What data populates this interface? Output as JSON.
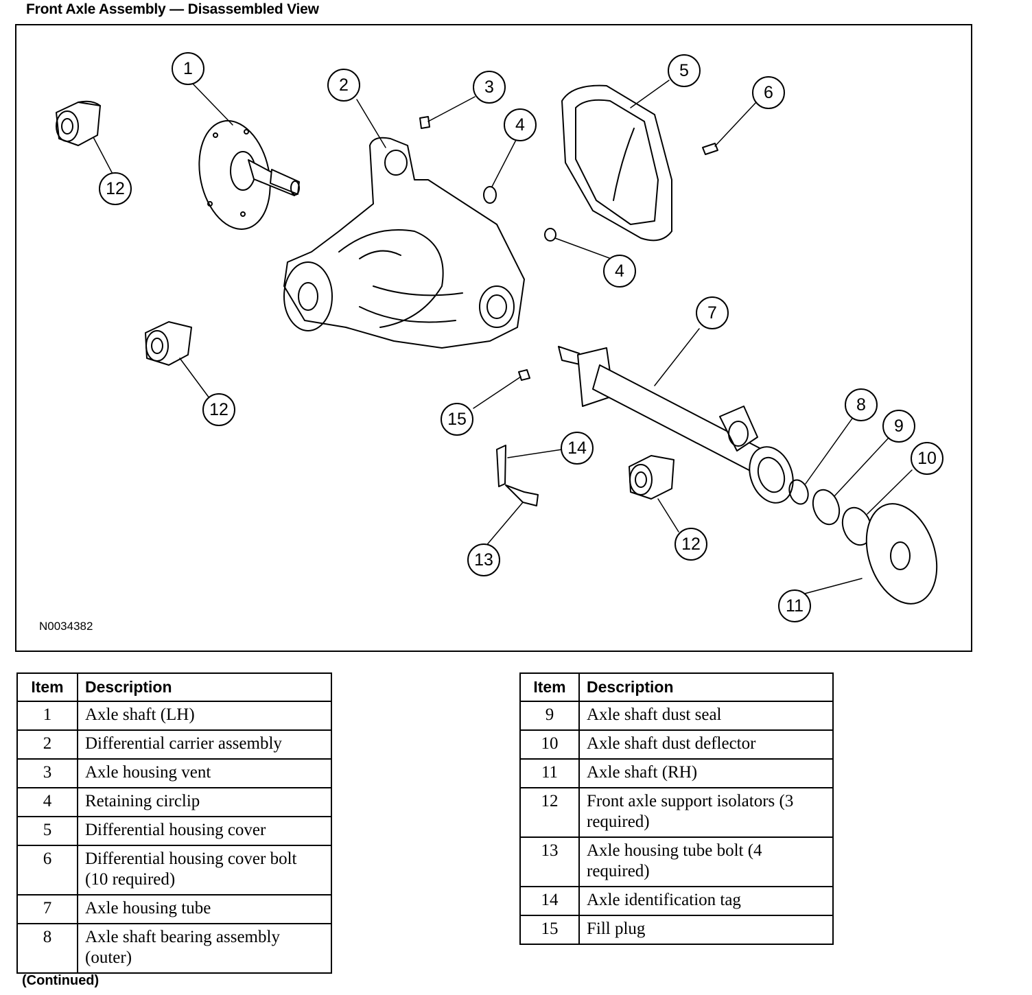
{
  "title": "Front Axle Assembly — Disassembled View",
  "figure_id": "N0034382",
  "callouts": [
    "1",
    "2",
    "3",
    "4",
    "5",
    "6",
    "7",
    "8",
    "9",
    "10",
    "11",
    "12",
    "13",
    "14",
    "15"
  ],
  "table_headers": {
    "item": "Item",
    "description": "Description"
  },
  "left_table": [
    {
      "item": "1",
      "description": "Axle shaft (LH)"
    },
    {
      "item": "2",
      "description": "Differential carrier assembly"
    },
    {
      "item": "3",
      "description": "Axle housing vent"
    },
    {
      "item": "4",
      "description": "Retaining circlip"
    },
    {
      "item": "5",
      "description": "Differential housing cover"
    },
    {
      "item": "6",
      "description": "Differential housing cover bolt (10 required)"
    },
    {
      "item": "7",
      "description": "Axle housing tube"
    },
    {
      "item": "8",
      "description": "Axle shaft bearing assembly (outer)"
    }
  ],
  "right_table": [
    {
      "item": "9",
      "description": "Axle shaft dust seal"
    },
    {
      "item": "10",
      "description": "Axle shaft dust deflector"
    },
    {
      "item": "11",
      "description": "Axle shaft (RH)"
    },
    {
      "item": "12",
      "description": "Front axle support isolators (3 required)"
    },
    {
      "item": "13",
      "description": "Axle housing tube bolt (4 required)"
    },
    {
      "item": "14",
      "description": "Axle identification tag"
    },
    {
      "item": "15",
      "description": "Fill plug"
    }
  ],
  "continued": "(Continued)"
}
